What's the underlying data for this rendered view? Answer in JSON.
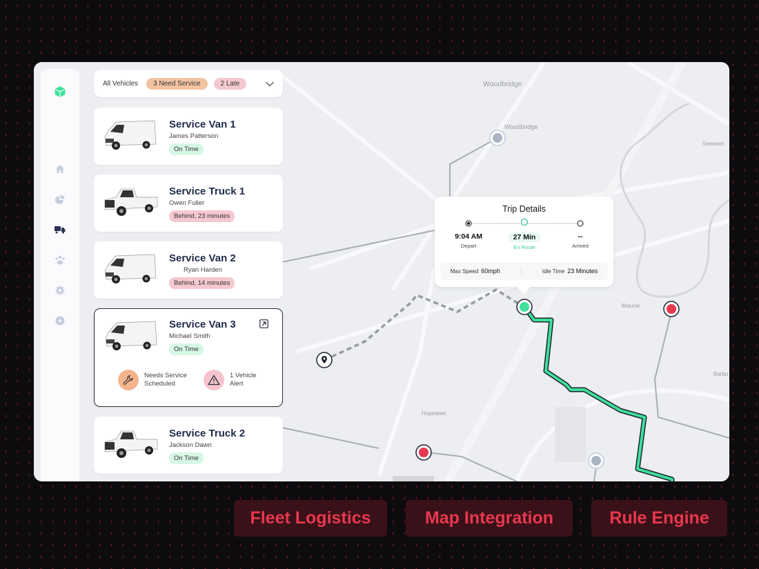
{
  "filter_bar": {
    "all_label": "All Vehicles",
    "service_pill": "3 Need Service",
    "late_pill": "2 Late"
  },
  "sidebar": {
    "items": [
      {
        "name": "logo",
        "icon": "cube-icon",
        "color": "#3fe09a"
      },
      {
        "name": "home",
        "icon": "home-icon"
      },
      {
        "name": "analytics",
        "icon": "pie-chart-icon"
      },
      {
        "name": "vehicles",
        "icon": "truck-icon",
        "active": true
      },
      {
        "name": "team",
        "icon": "people-icon"
      },
      {
        "name": "settings",
        "icon": "gear-icon"
      },
      {
        "name": "add",
        "icon": "plus-circle-icon"
      }
    ]
  },
  "vehicles": [
    {
      "title": "Service Van 1",
      "driver": "James Patterson",
      "status": "On Time",
      "status_type": "ok",
      "type": "van"
    },
    {
      "title": "Service Truck 1",
      "driver": "Owen Fuller",
      "status": "Behind, 23 minutes",
      "status_type": "late",
      "type": "truck"
    },
    {
      "title": "Service Van 2",
      "driver": "Ryan Harden",
      "status": "Behind, 14 minutes",
      "status_type": "late",
      "type": "van"
    },
    {
      "title": "Service Van 3",
      "driver": "Michael Smith",
      "status": "On Time",
      "status_type": "ok",
      "type": "van",
      "selected": true,
      "alerts": [
        {
          "icon": "wrench-icon",
          "label": "Needs Service\nScheduled",
          "color": "#f4b48e"
        },
        {
          "icon": "warning-icon",
          "label": "1 Vehicle\nAlert",
          "color": "#f5c4cc"
        }
      ]
    },
    {
      "title": "Service Truck 2",
      "driver": "Jackson Dawn",
      "status": "On Time",
      "status_type": "ok",
      "type": "truck"
    }
  ],
  "trip": {
    "title": "Trip Details",
    "depart_value": "9:04 AM",
    "depart_label": "Depart",
    "enroute_value": "27 Min",
    "enroute_label": "En Route",
    "arrived_value": "--",
    "arrived_label": "Arrived",
    "max_speed_label": "Max Speed",
    "max_speed_value": "60mph",
    "idle_label": "Idle Time",
    "idle_value": "23 Minutes"
  },
  "map": {
    "labels": [
      "Woodbridge",
      "Woodbridge",
      "Sewaren",
      "Maurer",
      "Hopelawn",
      "Barbo"
    ],
    "route_color": "#3fe09a",
    "alert_color": "#e8384f"
  },
  "tags": [
    "Fleet Logistics",
    "Map Integration",
    "Rule Engine"
  ]
}
